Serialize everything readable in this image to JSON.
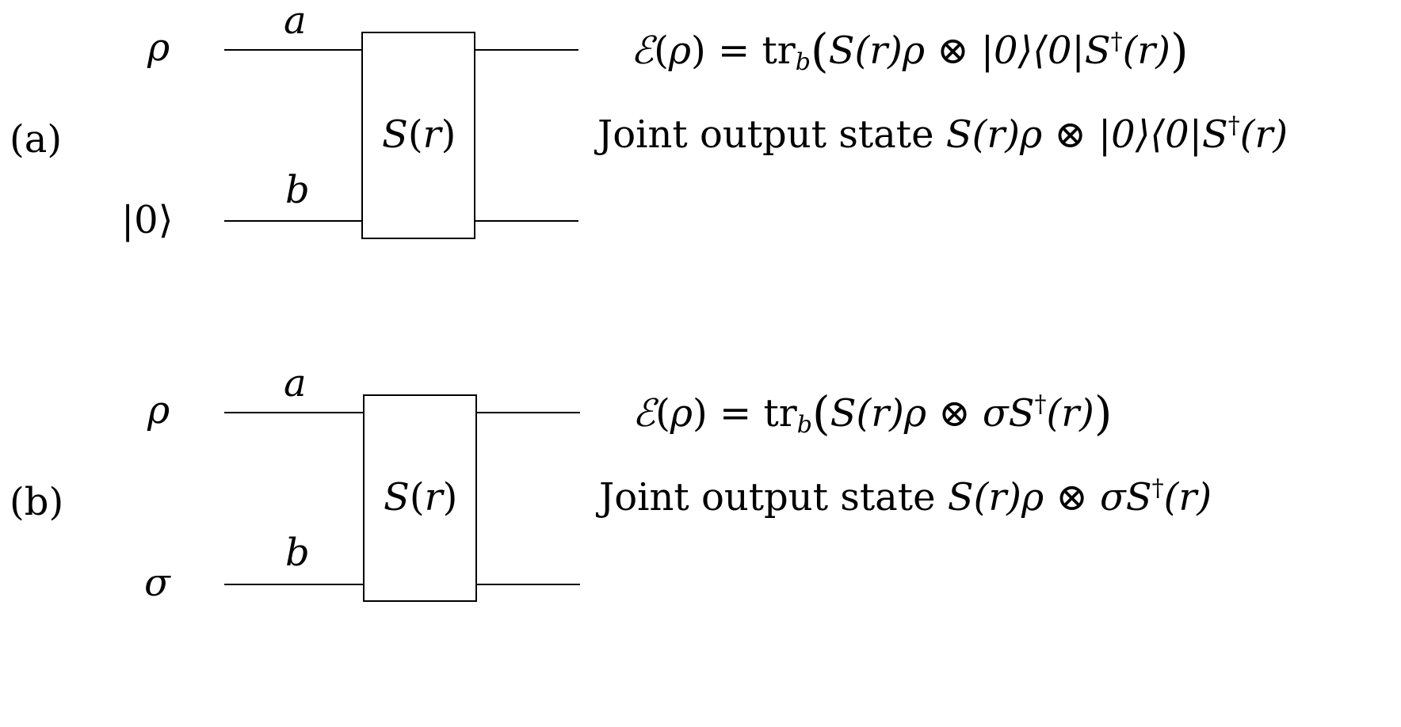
{
  "panels": [
    {
      "label": "(a)",
      "inputs": {
        "top": "ρ",
        "bottom": "|0⟩"
      },
      "wires": {
        "top": "a",
        "bottom": "b"
      },
      "gate": {
        "op": "S",
        "arg": "r"
      },
      "equation": {
        "lhs_op": "ℰ",
        "lhs_arg": "ρ",
        "equals": "=",
        "trace": "tr",
        "trace_sub": "b",
        "inner_pre": "S(r)ρ ⊗ |0⟩⟨0|S",
        "dagger": "†",
        "inner_post": "(r)"
      },
      "joint": {
        "prefix": "Joint output state",
        "expr_pre": "S(r)ρ ⊗ |0⟩⟨0|S",
        "dagger": "†",
        "expr_post": "(r)"
      }
    },
    {
      "label": "(b)",
      "inputs": {
        "top": "ρ",
        "bottom": "σ"
      },
      "wires": {
        "top": "a",
        "bottom": "b"
      },
      "gate": {
        "op": "S",
        "arg": "r"
      },
      "equation": {
        "lhs_op": "ℰ",
        "lhs_arg": "ρ",
        "equals": "=",
        "trace": "tr",
        "trace_sub": "b",
        "inner_pre": "S(r)ρ ⊗ σS",
        "dagger": "†",
        "inner_post": "(r)"
      },
      "joint": {
        "prefix": "Joint output state",
        "expr_pre": "S(r)ρ ⊗ σS",
        "dagger": "†",
        "expr_post": "(r)"
      }
    }
  ]
}
